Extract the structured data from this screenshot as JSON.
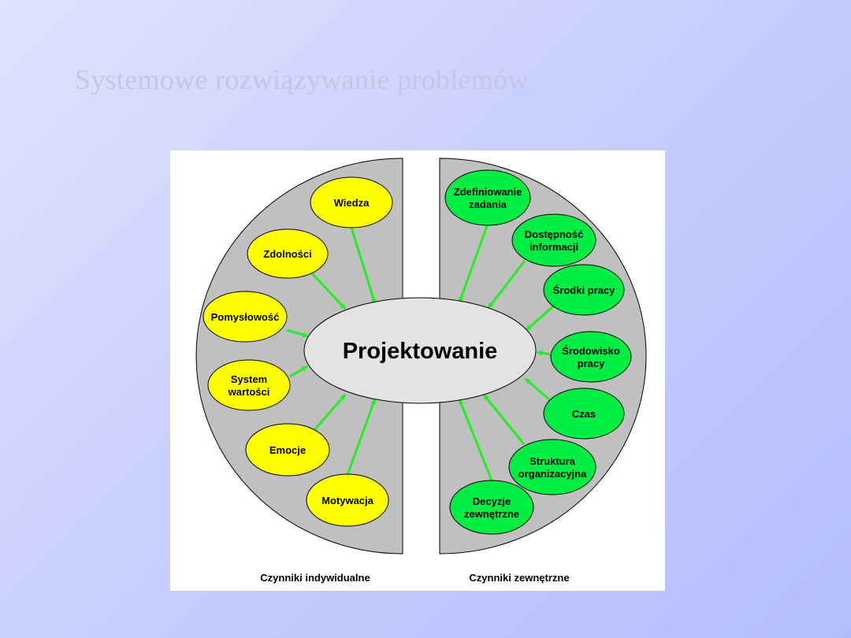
{
  "title": "Systemowe rozwiązywanie problemów",
  "diagram": {
    "center": "Projektowanie",
    "left_group": {
      "caption": "Czynniki indywidualne",
      "items": [
        {
          "lines": [
            "Wiedza"
          ]
        },
        {
          "lines": [
            "Zdolności"
          ]
        },
        {
          "lines": [
            "Pomysłowość"
          ]
        },
        {
          "lines": [
            "System",
            "wartości"
          ]
        },
        {
          "lines": [
            "Emocje"
          ]
        },
        {
          "lines": [
            "Motywacja"
          ]
        }
      ]
    },
    "right_group": {
      "caption": "Czynniki zewnętrzne",
      "items": [
        {
          "lines": [
            "Zdefiniowanie",
            "zadania"
          ]
        },
        {
          "lines": [
            "Dostępność",
            "informacji"
          ]
        },
        {
          "lines": [
            "Środki pracy"
          ]
        },
        {
          "lines": [
            "Środowisko",
            "pracy"
          ]
        },
        {
          "lines": [
            "Czas"
          ]
        },
        {
          "lines": [
            "Struktura",
            "organizacyjna"
          ]
        },
        {
          "lines": [
            "Decyzje",
            "zewnętrzne"
          ]
        }
      ]
    },
    "colors": {
      "panel": "#c0c0c0",
      "center_fill": "#e3e3e3",
      "left_fill": "#ffff00",
      "right_fill": "#00ee44",
      "arrow": "#22ee22"
    }
  }
}
